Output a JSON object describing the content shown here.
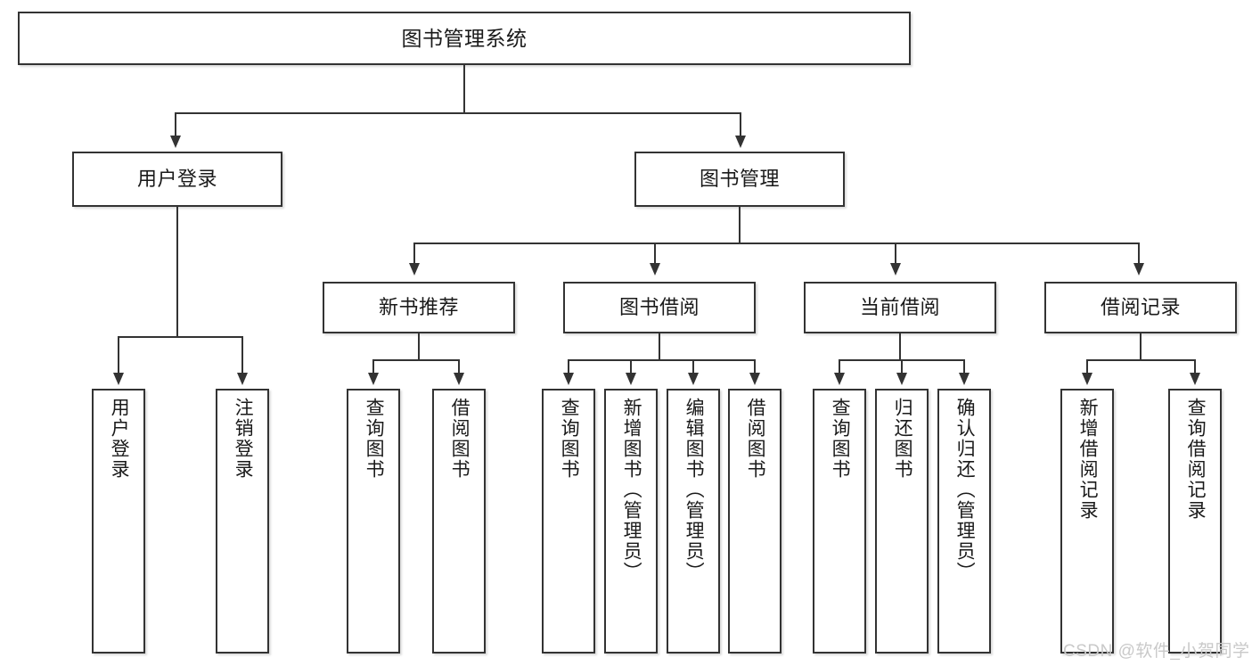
{
  "diagram": {
    "type": "tree",
    "title": "图书管理系统",
    "root": {
      "label": "图书管理系统"
    },
    "level1": [
      {
        "label": "用户登录"
      },
      {
        "label": "图书管理"
      }
    ],
    "level2": [
      {
        "label": "新书推荐"
      },
      {
        "label": "图书借阅"
      },
      {
        "label": "当前借阅"
      },
      {
        "label": "借阅记录"
      }
    ],
    "leaves": {
      "user_login": [
        {
          "label": "用户登录"
        },
        {
          "label": "注销登录"
        }
      ],
      "new_book_recommend": [
        {
          "label": "查询图书"
        },
        {
          "label": "借阅图书"
        }
      ],
      "book_borrow": [
        {
          "label": "查询图书"
        },
        {
          "label": "新增图书（管理员）"
        },
        {
          "label": "编辑图书（管理员）"
        },
        {
          "label": "借阅图书"
        }
      ],
      "current_borrow": [
        {
          "label": "查询图书"
        },
        {
          "label": "归还图书"
        },
        {
          "label": "确认归还（管理员）"
        }
      ],
      "borrow_record": [
        {
          "label": "新增借阅记录"
        },
        {
          "label": "查询借阅记录"
        }
      ]
    }
  },
  "watermark": {
    "text": "CSDN @软件_小贺同学"
  },
  "colors": {
    "stroke": "#333333",
    "fill": "#ffffff",
    "text": "#1a1a1a",
    "watermark": "#c9c9c9"
  }
}
